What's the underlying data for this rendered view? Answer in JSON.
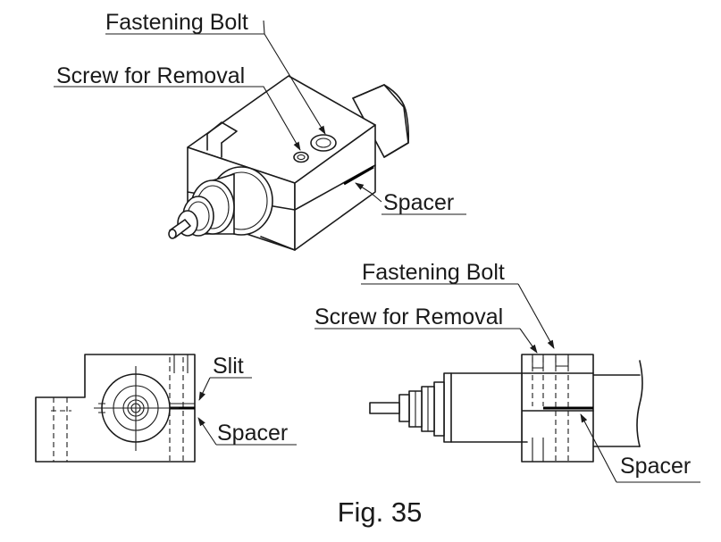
{
  "labels": {
    "top_fastening_bolt": "Fastening Bolt",
    "top_screw_for_removal": "Screw for Removal",
    "top_spacer": "Spacer",
    "right_fastening_bolt": "Fastening Bolt",
    "right_screw_for_removal": "Screw for Removal",
    "left_slit": "Slit",
    "left_spacer": "Spacer",
    "right_spacer": "Spacer"
  },
  "caption": "Fig. 35"
}
